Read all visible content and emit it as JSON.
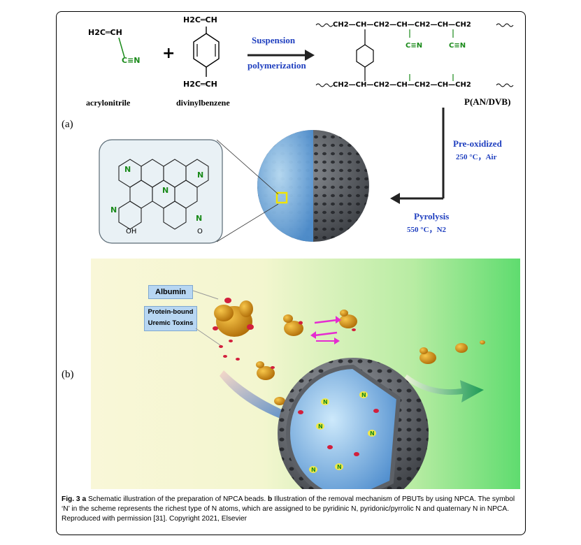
{
  "panel_a": {
    "label": "(a)",
    "monomer1": {
      "top": "H2C═CH",
      "nitrile": "C≡N",
      "name": "acrylonitrile"
    },
    "plus": "+",
    "monomer2": {
      "top": "H2C═CH",
      "bottom": "H2C═CH",
      "name": "divinylbenzene"
    },
    "reaction": {
      "line1": "Suspension",
      "line2": "polymerization"
    },
    "polymer_top": [
      "CH2",
      "CH",
      "CH2",
      "CH",
      "CH2",
      "CH",
      "CH2"
    ],
    "polymer_bottom": [
      "CH2",
      "CH",
      "CH2",
      "CH",
      "CH2",
      "CH",
      "CH2"
    ],
    "polymer_nitrile": "C≡N",
    "polymer_name": "P(AN/DVB)",
    "step1": {
      "title": "Pre-oxidized",
      "condition": "250 °C，Air"
    },
    "step2": {
      "title": "Pyrolysis",
      "condition": "550 °C，N2"
    },
    "structure_labels": {
      "n": "N",
      "oh": "OH",
      "o": "O"
    }
  },
  "panel_b": {
    "label": "(b)",
    "albumin": "Albumin",
    "toxin_line1": "Protein-bound",
    "toxin_line2": "Uremic Toxins",
    "n_marker": "N"
  },
  "caption": {
    "fig": "Fig. 3",
    "a": "a",
    "a_text": " Schematic illustration of the preparation of NPCA beads. ",
    "b": "b",
    "b_text": " Illustration of the removal mechanism of PBUTs by using NPCA. The symbol ‘N’ in the scheme represents the richest type of N atoms, which are assigned to be pyridinic N, pyridonic/pyrrolic N and quaternary N in NPCA. Reproduced with permission [31]. Copyright 2021, Elsevier"
  },
  "colors": {
    "green": "#1a8a1a",
    "blue_text": "#1f3fbf",
    "toxin": "#d21f3c",
    "albumin": "#d9960f"
  }
}
